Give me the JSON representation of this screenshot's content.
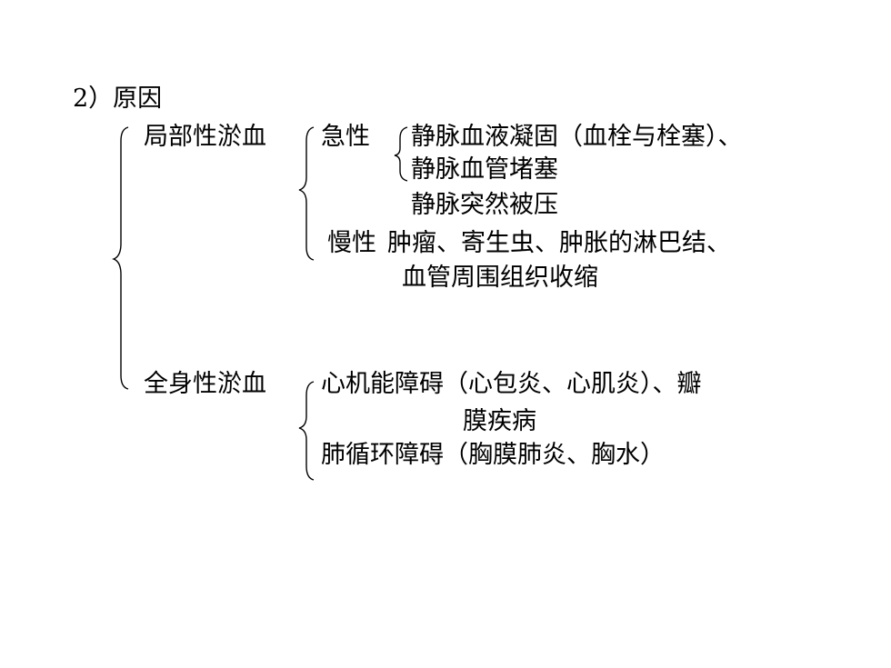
{
  "heading": "2）原因",
  "local": {
    "label": "局部性淤血",
    "acute": {
      "label": "急性",
      "items": [
        "静脉血液凝固（血栓与栓塞）、",
        "静脉血管堵塞",
        "静脉突然被压"
      ]
    },
    "chronic": {
      "label": "慢性",
      "line1": "肿瘤、寄生虫、肿胀的淋巴结、",
      "line2": "血管周围组织收缩"
    }
  },
  "systemic": {
    "label": "全身性淤血",
    "line1": "心机能障碍（心包炎、心肌炎）、瓣",
    "line2": "膜疾病",
    "line3": "肺循环障碍（胸膜肺炎、胸水）"
  }
}
